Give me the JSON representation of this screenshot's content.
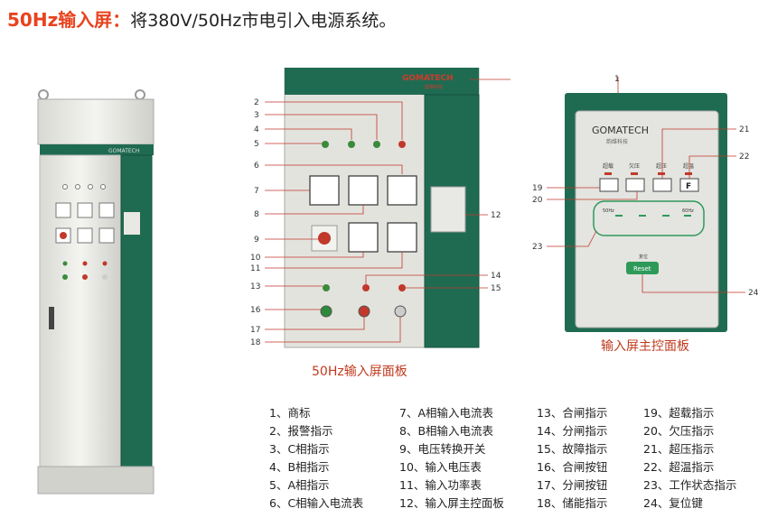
{
  "title": {
    "heading": "50Hz输入屏：",
    "desc": "将380V/50Hz市电引入电源系统。"
  },
  "captions": {
    "panel_face": "50Hz输入屏面板",
    "control_panel": "输入屏主控面板"
  },
  "brand": "GOMATECH",
  "brand_sub": "韵维科技",
  "control_panel": {
    "top_labels": [
      "超载",
      "欠压",
      "超压",
      "超温"
    ],
    "freq_left": "50Hz",
    "freq_right": "60Hz",
    "reset_caption": "复位",
    "reset_label": "Reset"
  },
  "callouts": [
    "1",
    "2",
    "3",
    "4",
    "5",
    "6",
    "7",
    "8",
    "9",
    "10",
    "11",
    "12",
    "13",
    "14",
    "15",
    "16",
    "17",
    "18",
    "19",
    "20",
    "21",
    "22",
    "23",
    "24"
  ],
  "legend": [
    [
      "1、商标",
      "2、报警指示",
      "3、C相指示",
      "4、B相指示",
      "5、A相指示",
      "6、C相输入电流表"
    ],
    [
      "7、A相输入电流表",
      "8、B相输入电流表",
      "9、电压转换开关",
      "10、输入电压表",
      "11、输入功率表",
      "12、输入屏主控面板"
    ],
    [
      "13、合闸指示",
      "14、分闸指示",
      "15、故障指示",
      "16、合闸按钮",
      "17、分闸按钮",
      "18、储能指示"
    ],
    [
      "19、超载指示",
      "20、欠压指示",
      "21、超压指示",
      "22、超温指示",
      "23、工作状态指示",
      "24、复位键"
    ]
  ],
  "colors": {
    "accent": "#e8431e",
    "cabinet_green": "#1f6b52",
    "panel_gray": "#e3e3de",
    "leader": "#c0392b"
  }
}
